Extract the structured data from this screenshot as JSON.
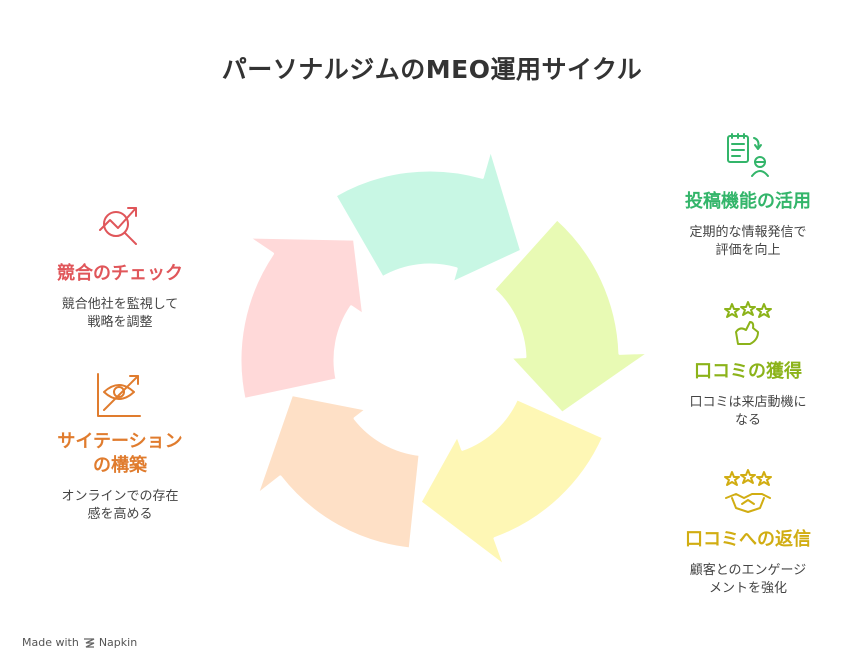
{
  "title": "パーソナルジムのMEO運用サイクル",
  "stages": [
    {
      "id": "competitor",
      "heading": "競合のチェック",
      "desc_lines": [
        "競合他社を監視して",
        "戦略を調整"
      ],
      "icon": "trending-magnifier-icon",
      "color": "#e0565a"
    },
    {
      "id": "citation",
      "heading_lines": [
        "サイテーション",
        "の構築"
      ],
      "desc_lines": [
        "オンラインでの存在",
        "感を高める"
      ],
      "icon": "eye-chart-icon",
      "color": "#e07c2e"
    },
    {
      "id": "posting",
      "heading": "投稿機能の活用",
      "desc_lines": [
        "定期的な情報発信で",
        "評価を向上"
      ],
      "icon": "document-user-icon",
      "color": "#33b56a"
    },
    {
      "id": "acquire",
      "heading": "口コミの獲得",
      "desc_lines": [
        "口コミは来店動機に",
        "なる"
      ],
      "icon": "stars-hand-icon",
      "color": "#8cb31a"
    },
    {
      "id": "reply",
      "heading": "口コミへの返信",
      "desc_lines": [
        "顧客とのエンゲージ",
        "メントを強化"
      ],
      "icon": "stars-handshake-icon",
      "color": "#d1ad12"
    }
  ],
  "cycle_colors": [
    "#c8f7e4",
    "#e8fab4",
    "#fef7b5",
    "#fee0c6",
    "#ffd9d9"
  ],
  "footer": {
    "made_with": "Made with",
    "brand": "Napkin"
  }
}
